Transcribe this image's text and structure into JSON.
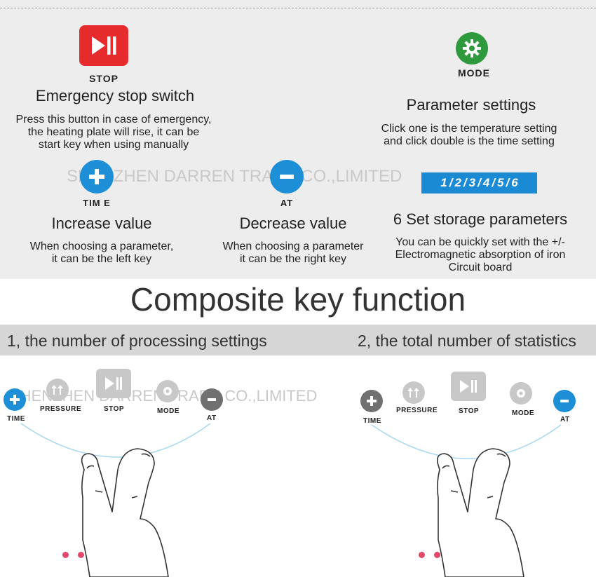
{
  "top": {
    "stop": {
      "icon": "play-pause-icon",
      "label": "STOP",
      "heading": "Emergency stop switch",
      "desc_lines": [
        "Press this button in case of emergency,",
        "the heating plate will rise, it can be",
        "start key when using manually"
      ],
      "color": "#e52b2b"
    },
    "mode": {
      "icon": "gear-icon",
      "label": "MODE",
      "heading": "Parameter settings",
      "desc_lines": [
        "Click one is the temperature  setting",
        "and click double is the time setting"
      ],
      "color": "#2f9a3d"
    },
    "time": {
      "icon": "plus-icon",
      "label": "TIM E",
      "heading": "Increase value",
      "desc_lines": [
        "When choosing a parameter,",
        "it can be the left key"
      ],
      "color": "#1c8fd6"
    },
    "at": {
      "icon": "minus-icon",
      "label": "AT",
      "heading": "Decrease value",
      "desc_lines": [
        "When choosing a parameter",
        "it can be the right key"
      ]
    },
    "storage": {
      "numbers": [
        "1",
        "2",
        "3",
        "4",
        "5",
        "6"
      ],
      "heading": "6 Set storage parameters",
      "desc_lines": [
        "You can be quickly set with the +/-",
        "Electromagnetic absorption of iron",
        "Circuit board"
      ]
    },
    "watermark": "SHENZHEN  DARREN TRADE CO.,LIMITED"
  },
  "composite": {
    "title": "Composite key function",
    "left_title": "1, the number of processing settings",
    "right_title": "2, the total number of statistics",
    "keys": {
      "time": "TIME",
      "pressure": "PRESSURE",
      "stop": "STOP",
      "mode": "MODE",
      "at": "AT"
    },
    "watermark": "SHENZHEN  DARREN TRADE CO.,LIMITED",
    "highlight_color": "#1c8fd6",
    "dot_color": "#e0496a"
  }
}
